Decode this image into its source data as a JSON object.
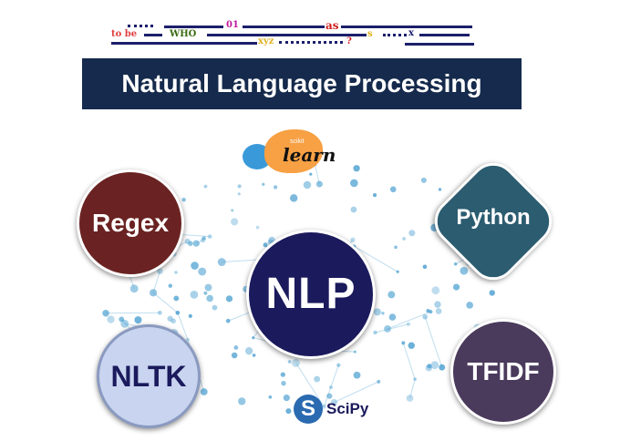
{
  "header_words": {
    "w1": "to be",
    "w2": "WHO",
    "w3": "01",
    "w4": "xyz",
    "w5": "as",
    "w6": "s",
    "w7": "x",
    "w8": "?"
  },
  "title": "Natural Language Processing",
  "logos": {
    "sklearn_small": "scikit",
    "sklearn": "learn",
    "scipy": "SciPy"
  },
  "nodes": {
    "center": "NLP",
    "regex": "Regex",
    "python": "Python",
    "nltk": "NLTK",
    "tfidf": "TFIDF"
  },
  "colors": {
    "banner": "#152a4c",
    "nlp": "#1b1a5c",
    "regex": "#6a2322",
    "python": "#2b5c70",
    "nltk": "#c9d5f0",
    "tfidf": "#4a3a5c",
    "network": "#4a9fd0"
  }
}
